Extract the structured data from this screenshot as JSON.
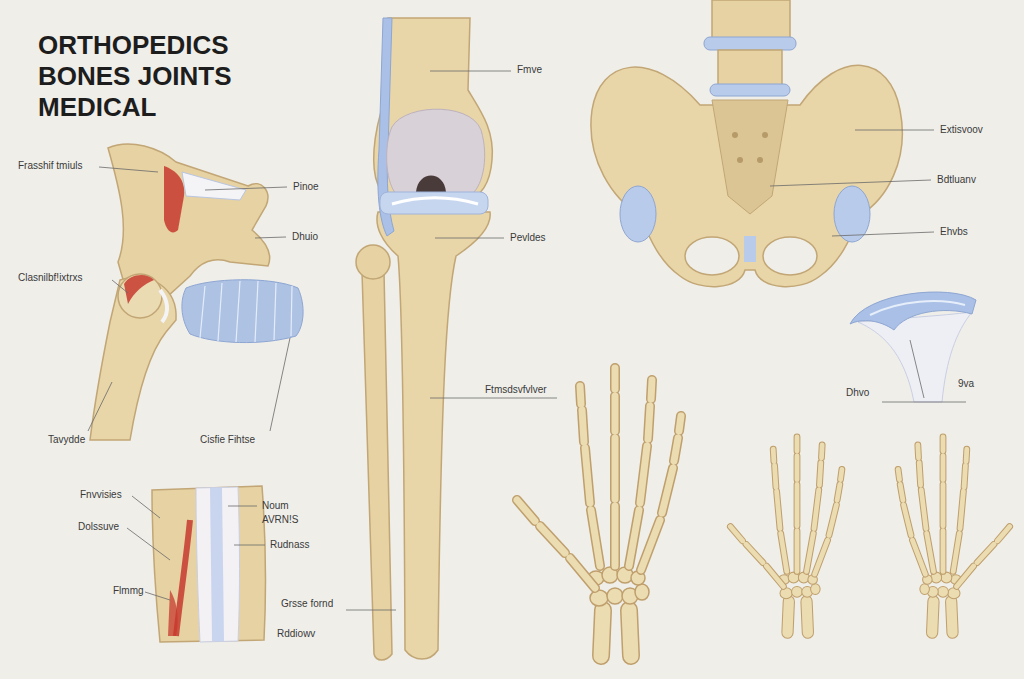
{
  "diagram": {
    "title": "ORTHOPEDICS BONES JOINTS MEDICAL",
    "labels": [
      "Fmve",
      "Extisvoov",
      "Frasshif tmiuls",
      "Bdtluanv",
      "Pinoe",
      "Ehvbs",
      "Dhuio",
      "Pevldes",
      "Clasnilbf!ixtrxs",
      "9va",
      "Ftmsdsvfvlver",
      "Dhvo",
      "Tavydde",
      "Cisfie Fihtse",
      "Fnvvisies",
      "Noum",
      "AVRN!S",
      "Dolssuve",
      "Rudnass",
      "Flmmg",
      "Grsse fornd",
      "Rddiowv"
    ]
  }
}
